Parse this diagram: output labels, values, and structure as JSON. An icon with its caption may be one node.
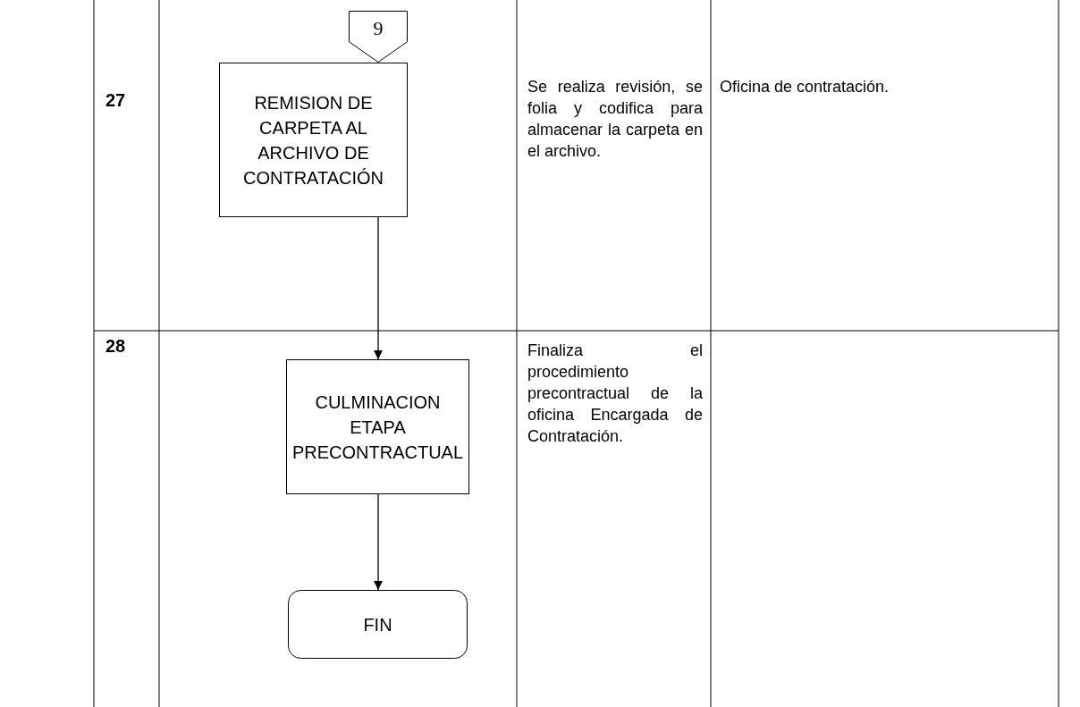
{
  "diagram": {
    "nodes": [
      {
        "text": [
          "9"
        ]
      },
      {
        "text": [
          "REMISION DE CARPETA AL ARCHIVO DE CONTRATACIÓN"
        ]
      },
      {
        "text": [
          "CULMINACION ETAPA PRECONTRACTUAL"
        ]
      },
      {
        "text": [
          "FIN"
        ]
      }
    ],
    "edges": [
      {
        "from": 1,
        "to": 2,
        "arrow": "to"
      },
      {
        "from": 2,
        "to": 3,
        "arrow": "to"
      }
    ],
    "labels": [
      "27",
      "Se realiza revisión, se folia y codifica para almacenar la carpeta en el archivo.",
      "Oficina de contratación.",
      "28",
      "Finaliza el procedimiento precontractual de la oficina Encargada de Contratación."
    ]
  }
}
